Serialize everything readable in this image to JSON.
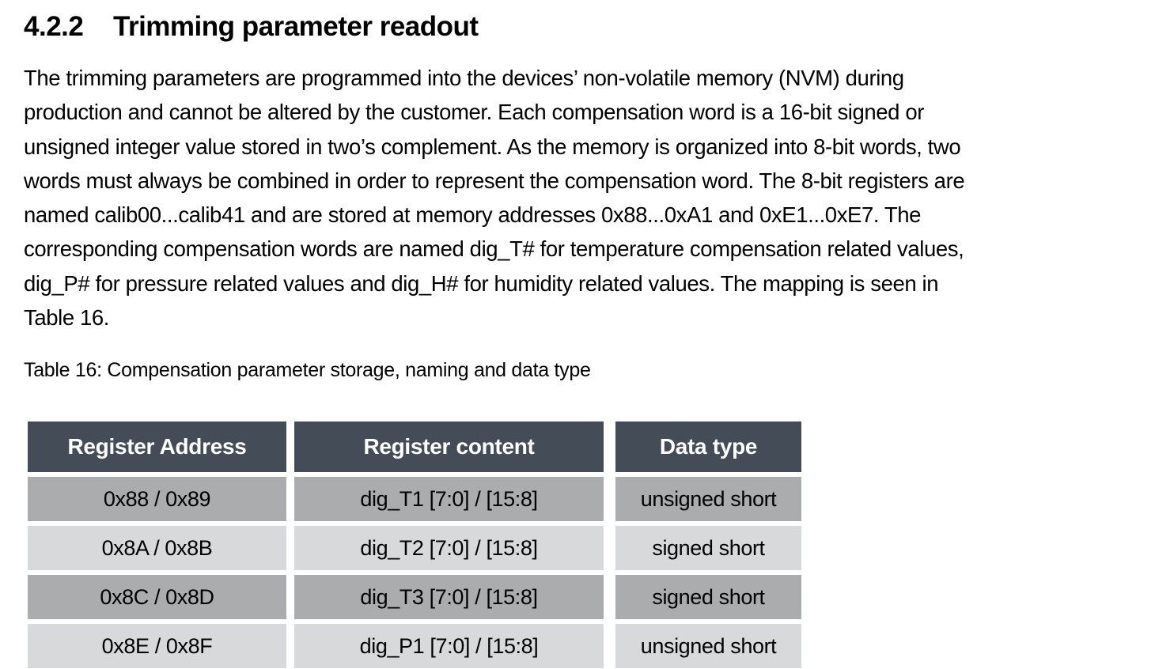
{
  "document": {
    "section_number": "4.2.2",
    "section_title": "Trimming parameter readout",
    "paragraph_lines": [
      "The trimming parameters are programmed into the devices’ non-volatile memory (NVM) during",
      "production and cannot be altered by the customer. Each compensation word is a 16-bit signed or",
      "unsigned integer value stored in two’s complement. As the memory is organized into 8-bit words, two",
      "words must always be combined in order to represent the compensation word. The 8-bit registers are",
      "named calib00...calib41 and are stored at memory addresses 0x88...0xA1 and 0xE1...0xE7. The",
      "corresponding compensation words are named dig_T# for temperature compensation related values,",
      "dig_P# for pressure related values and dig_H# for humidity related values. The mapping is seen in",
      "Table 16."
    ],
    "table_caption": "Table 16: Compensation parameter storage, naming and data type"
  },
  "table": {
    "headers": [
      "Register Address",
      "Register content",
      "Data type"
    ],
    "rows": [
      {
        "address": "0x88 / 0x89",
        "content": "dig_T1 [7:0] / [15:8]",
        "type": "unsigned short"
      },
      {
        "address": "0x8A / 0x8B",
        "content": "dig_T2 [7:0] / [15:8]",
        "type": "signed short"
      },
      {
        "address": "0x8C / 0x8D",
        "content": "dig_T3 [7:0] / [15:8]",
        "type": "signed short"
      },
      {
        "address": "0x8E / 0x8F",
        "content": "dig_P1 [7:0] / [15:8]",
        "type": "unsigned short"
      }
    ]
  },
  "colors": {
    "page_bg": "#FFFFFF",
    "body_text": "#000000",
    "header_bg": "#444C58",
    "header_text": "#FFFFFF",
    "row_dark": "#ABACAE",
    "row_light": "#D8D9DA"
  }
}
